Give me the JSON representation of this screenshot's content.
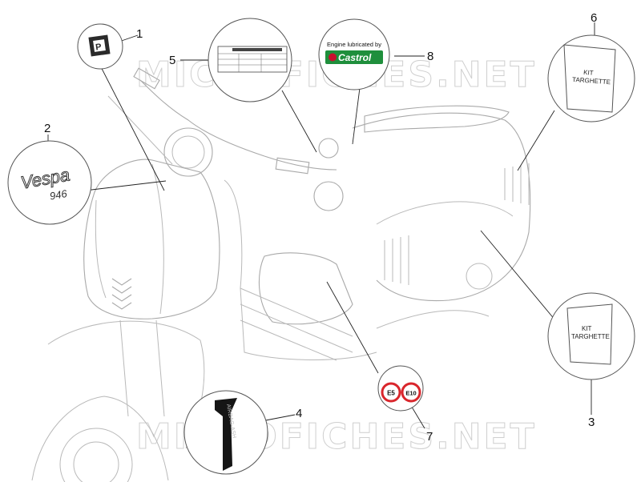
{
  "watermark": {
    "text": "MICROFICHES.NET"
  },
  "callouts": [
    {
      "number": "1"
    },
    {
      "number": "2"
    },
    {
      "number": "3"
    },
    {
      "number": "4"
    },
    {
      "number": "5"
    },
    {
      "number": "6"
    },
    {
      "number": "7"
    },
    {
      "number": "8"
    }
  ],
  "labels": {
    "vespa_script": "Vespa",
    "vespa_model": "946",
    "castrol_line1": "Engine lubricated by",
    "castrol_brand": "Castrol",
    "kit_line1": "KIT",
    "kit_line2": "TARGHETTE",
    "fuel_e5": "E5",
    "fuel_e10": "E10",
    "airbag_text": "AIRBAG-ASH"
  },
  "colors": {
    "castrol_green": "#1f8f3c",
    "castrol_red": "#c8102e",
    "fuel_red": "#d9262c",
    "decal_black": "#151515"
  }
}
